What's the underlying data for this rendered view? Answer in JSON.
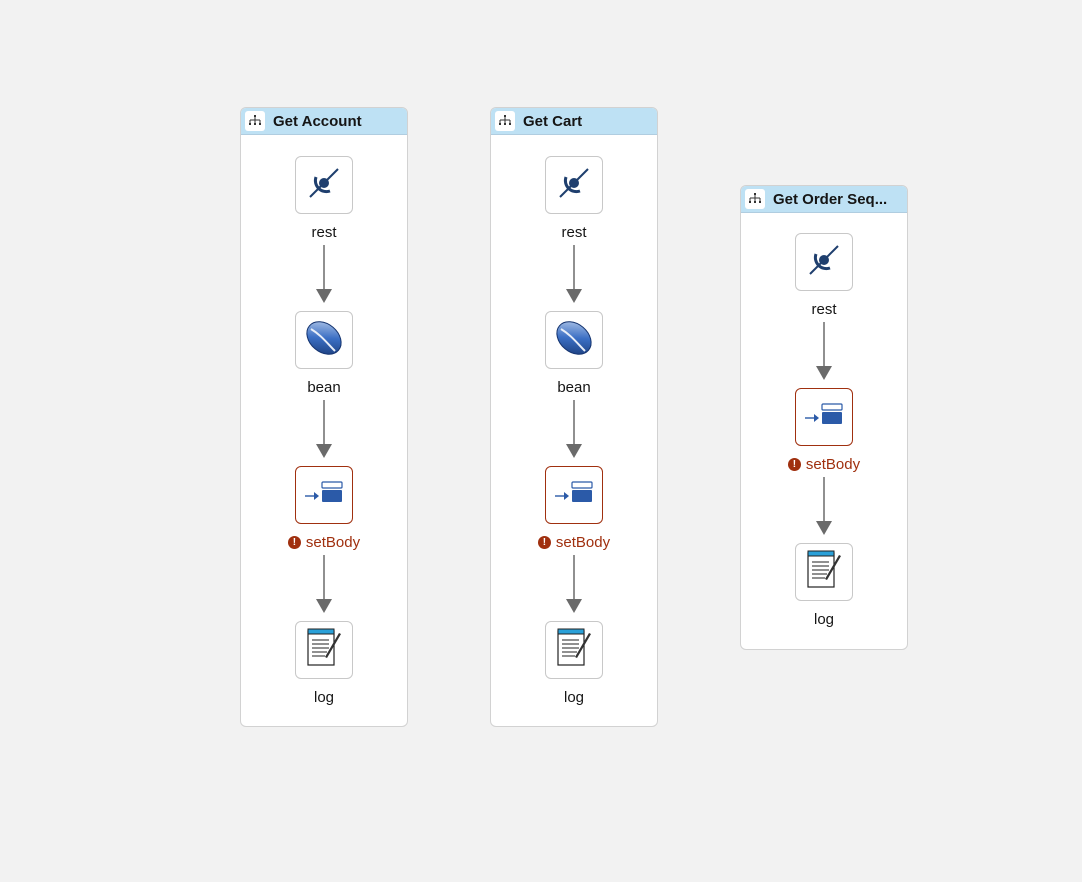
{
  "routes": [
    {
      "title": "Get Account",
      "steps": [
        {
          "label": "rest",
          "icon": "rest-icon",
          "error": false
        },
        {
          "label": "bean",
          "icon": "bean-icon",
          "error": false
        },
        {
          "label": "setBody",
          "icon": "setbody-icon",
          "error": true
        },
        {
          "label": "log",
          "icon": "log-icon",
          "error": false
        }
      ]
    },
    {
      "title": "Get Cart",
      "steps": [
        {
          "label": "rest",
          "icon": "rest-icon",
          "error": false
        },
        {
          "label": "bean",
          "icon": "bean-icon",
          "error": false
        },
        {
          "label": "setBody",
          "icon": "setbody-icon",
          "error": true
        },
        {
          "label": "log",
          "icon": "log-icon",
          "error": false
        }
      ]
    },
    {
      "title": "Get Order Seq...",
      "steps": [
        {
          "label": "rest",
          "icon": "rest-icon",
          "error": false
        },
        {
          "label": "setBody",
          "icon": "setbody-icon",
          "error": true
        },
        {
          "label": "log",
          "icon": "log-icon",
          "error": false
        }
      ]
    }
  ],
  "colors": {
    "background": "#f2f2f2",
    "header": "#bee1f4",
    "error": "#a0300f",
    "icon_blue": "#2b5aa8",
    "edge": "#6a6a6a"
  }
}
